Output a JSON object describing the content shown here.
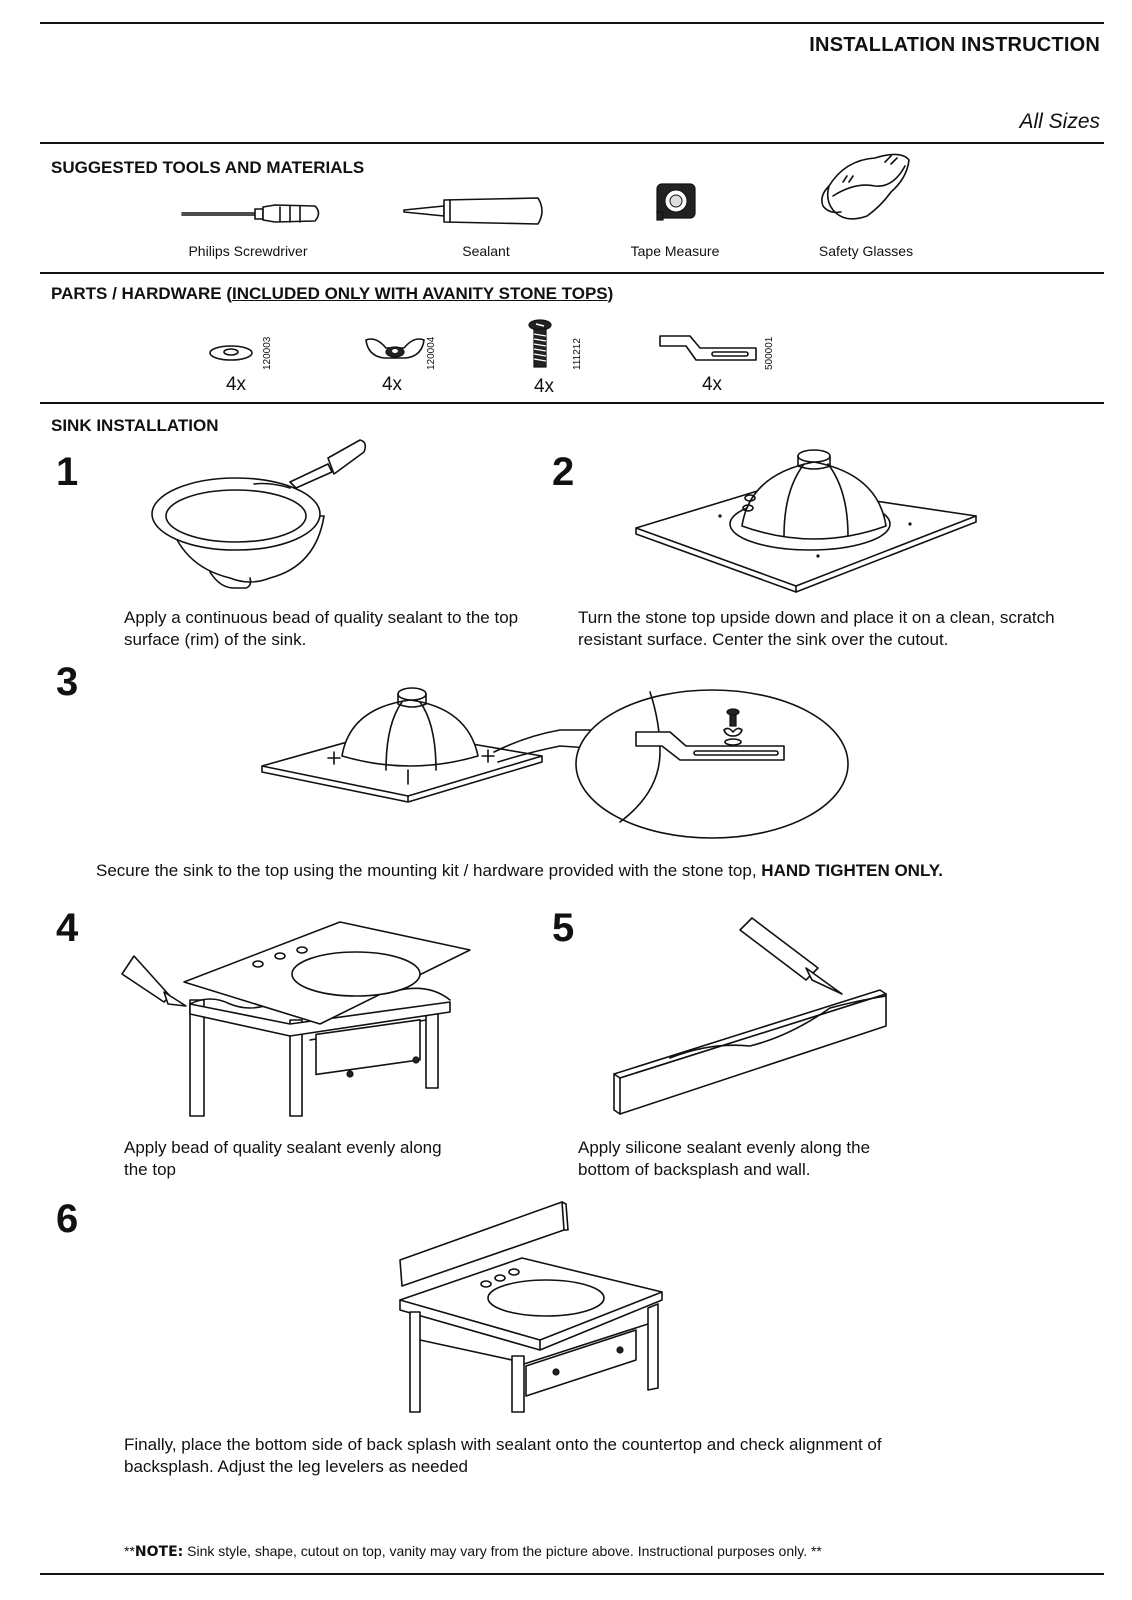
{
  "header": {
    "title": "INSTALLATION INSTRUCTION",
    "subtitle": "All Sizes"
  },
  "tools": {
    "title": "SUGGESTED TOOLS AND MATERIALS",
    "items": [
      {
        "label": "Philips Screwdriver",
        "icon": "screwdriver-icon"
      },
      {
        "label": "Sealant",
        "icon": "sealant-tube-icon"
      },
      {
        "label": "Tape Measure",
        "icon": "tape-measure-icon"
      },
      {
        "label": "Safety Glasses",
        "icon": "safety-glasses-icon"
      }
    ]
  },
  "parts": {
    "title_prefix": "PARTS / HARDWARE (",
    "title_underlined": "INCLUDED ONLY WITH AVANITY STONE TOPS",
    "title_suffix": ")",
    "items": [
      {
        "number": "120003",
        "qty": "4x",
        "icon": "washer-icon"
      },
      {
        "number": "120004",
        "qty": "4x",
        "icon": "wing-nut-icon"
      },
      {
        "number": "111212",
        "qty": "4x",
        "icon": "screw-icon"
      },
      {
        "number": "500001",
        "qty": "4x",
        "icon": "mounting-bracket-icon"
      }
    ]
  },
  "sink": {
    "title": "SINK INSTALLATION",
    "steps": [
      {
        "num": "1",
        "text": "Apply a continuous bead of quality sealant to the top surface (rim) of the sink."
      },
      {
        "num": "2",
        "text": "Turn the stone top upside down and place it on a clean, scratch resistant surface. Center the sink over the cutout."
      },
      {
        "num": "3",
        "text": "Secure the sink to the top using the mounting kit / hardware provided with the stone top, ",
        "text_bold": "HAND TIGHTEN ONLY."
      },
      {
        "num": "4",
        "text": "Apply bead of quality sealant evenly along the top"
      },
      {
        "num": "5",
        "text": "Apply silicone sealant evenly along the bottom of backsplash and wall."
      },
      {
        "num": "6",
        "text": "Finally, place the bottom side of back splash with sealant onto the countertop and check alignment of backsplash. Adjust the leg levelers as needed"
      }
    ]
  },
  "note": {
    "prefix": "**",
    "label": "NOTE:",
    "text": " Sink style, shape, cutout on top, vanity may vary from the picture above. Instructional purposes only. **"
  }
}
